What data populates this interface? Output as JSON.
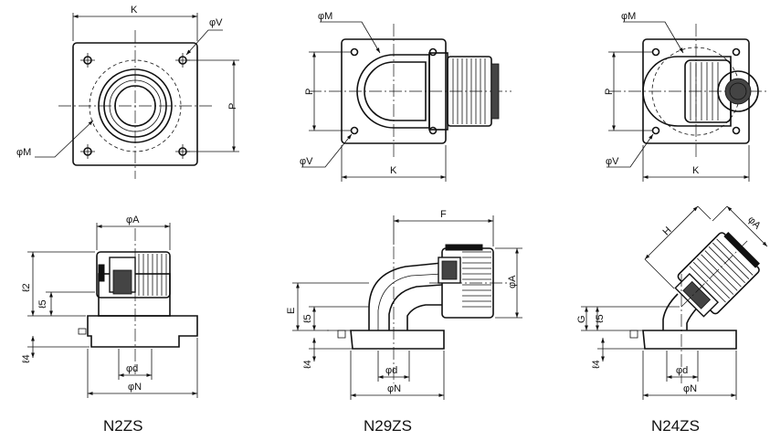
{
  "labels": {
    "K": "K",
    "V": "φV",
    "M": "φM",
    "P": "P",
    "A": "φA",
    "d": "φd",
    "N": "φN",
    "F": "F",
    "H": "H",
    "E": "E",
    "G": "G",
    "l2": "ℓ2",
    "l4": "ℓ4",
    "l5": "ℓ5"
  },
  "models": {
    "n2zs": "N2ZS",
    "n29zs": "N29ZS",
    "n24zs": "N24ZS"
  }
}
